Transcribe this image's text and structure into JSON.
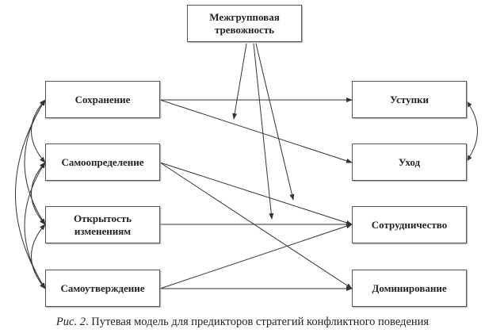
{
  "moderator": "Межгрупповая тревожность",
  "predictors": [
    "Сохранение",
    "Самоопределение",
    "Открытость изменениям",
    "Самоутверждение"
  ],
  "outcomes": [
    "Уступки",
    "Уход",
    "Сотрудничество",
    "Доминирование"
  ],
  "paths": [
    [
      "Сохранение",
      "Уступки"
    ],
    [
      "Сохранение",
      "Уход"
    ],
    [
      "Самоопределение",
      "Сотрудничество"
    ],
    [
      "Самоопределение",
      "Доминирование"
    ],
    [
      "Открытость изменениям",
      "Сотрудничество"
    ],
    [
      "Самоутверждение",
      "Сотрудничество"
    ],
    [
      "Самоутверждение",
      "Доминирование"
    ]
  ],
  "caption": {
    "label": "Рис. 2",
    "text": ". Путевая модель для предикторов стратегий конфликтного поведения"
  }
}
